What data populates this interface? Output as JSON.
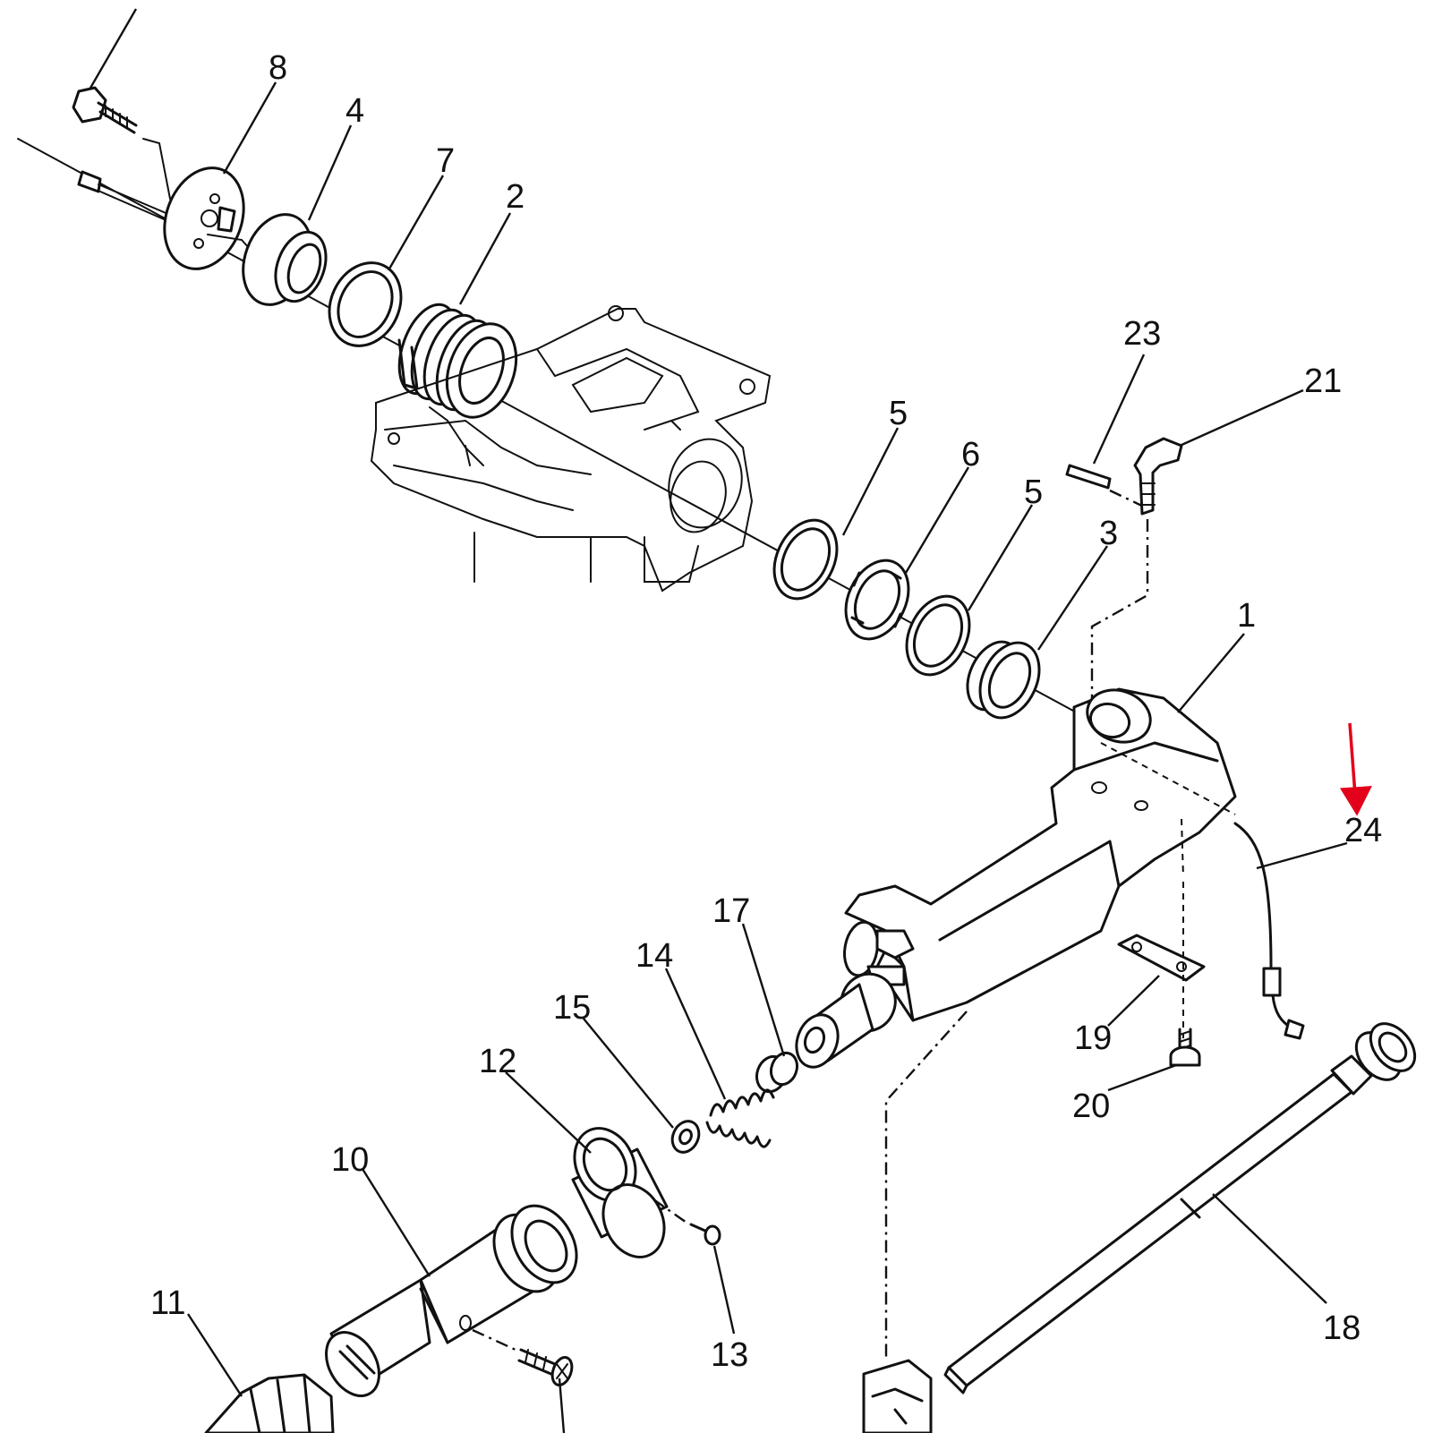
{
  "callouts": [
    {
      "id": "c8",
      "text": "8"
    },
    {
      "id": "c4",
      "text": "4"
    },
    {
      "id": "c7",
      "text": "7"
    },
    {
      "id": "c2",
      "text": "2"
    },
    {
      "id": "c23",
      "text": "23"
    },
    {
      "id": "c21",
      "text": "21"
    },
    {
      "id": "c5a",
      "text": "5"
    },
    {
      "id": "c6",
      "text": "6"
    },
    {
      "id": "c5b",
      "text": "5"
    },
    {
      "id": "c3",
      "text": "3"
    },
    {
      "id": "c1",
      "text": "1"
    },
    {
      "id": "c24",
      "text": "24"
    },
    {
      "id": "c17",
      "text": "17"
    },
    {
      "id": "c14",
      "text": "14"
    },
    {
      "id": "c15",
      "text": "15"
    },
    {
      "id": "c12",
      "text": "12"
    },
    {
      "id": "c19",
      "text": "19"
    },
    {
      "id": "c20",
      "text": "20"
    },
    {
      "id": "c10",
      "text": "10"
    },
    {
      "id": "c11",
      "text": "11"
    },
    {
      "id": "c13",
      "text": "13"
    },
    {
      "id": "c18",
      "text": "18"
    }
  ],
  "colors": {
    "line": "#111111",
    "background": "#ffffff",
    "highlight_arrow": "#e3001b"
  }
}
